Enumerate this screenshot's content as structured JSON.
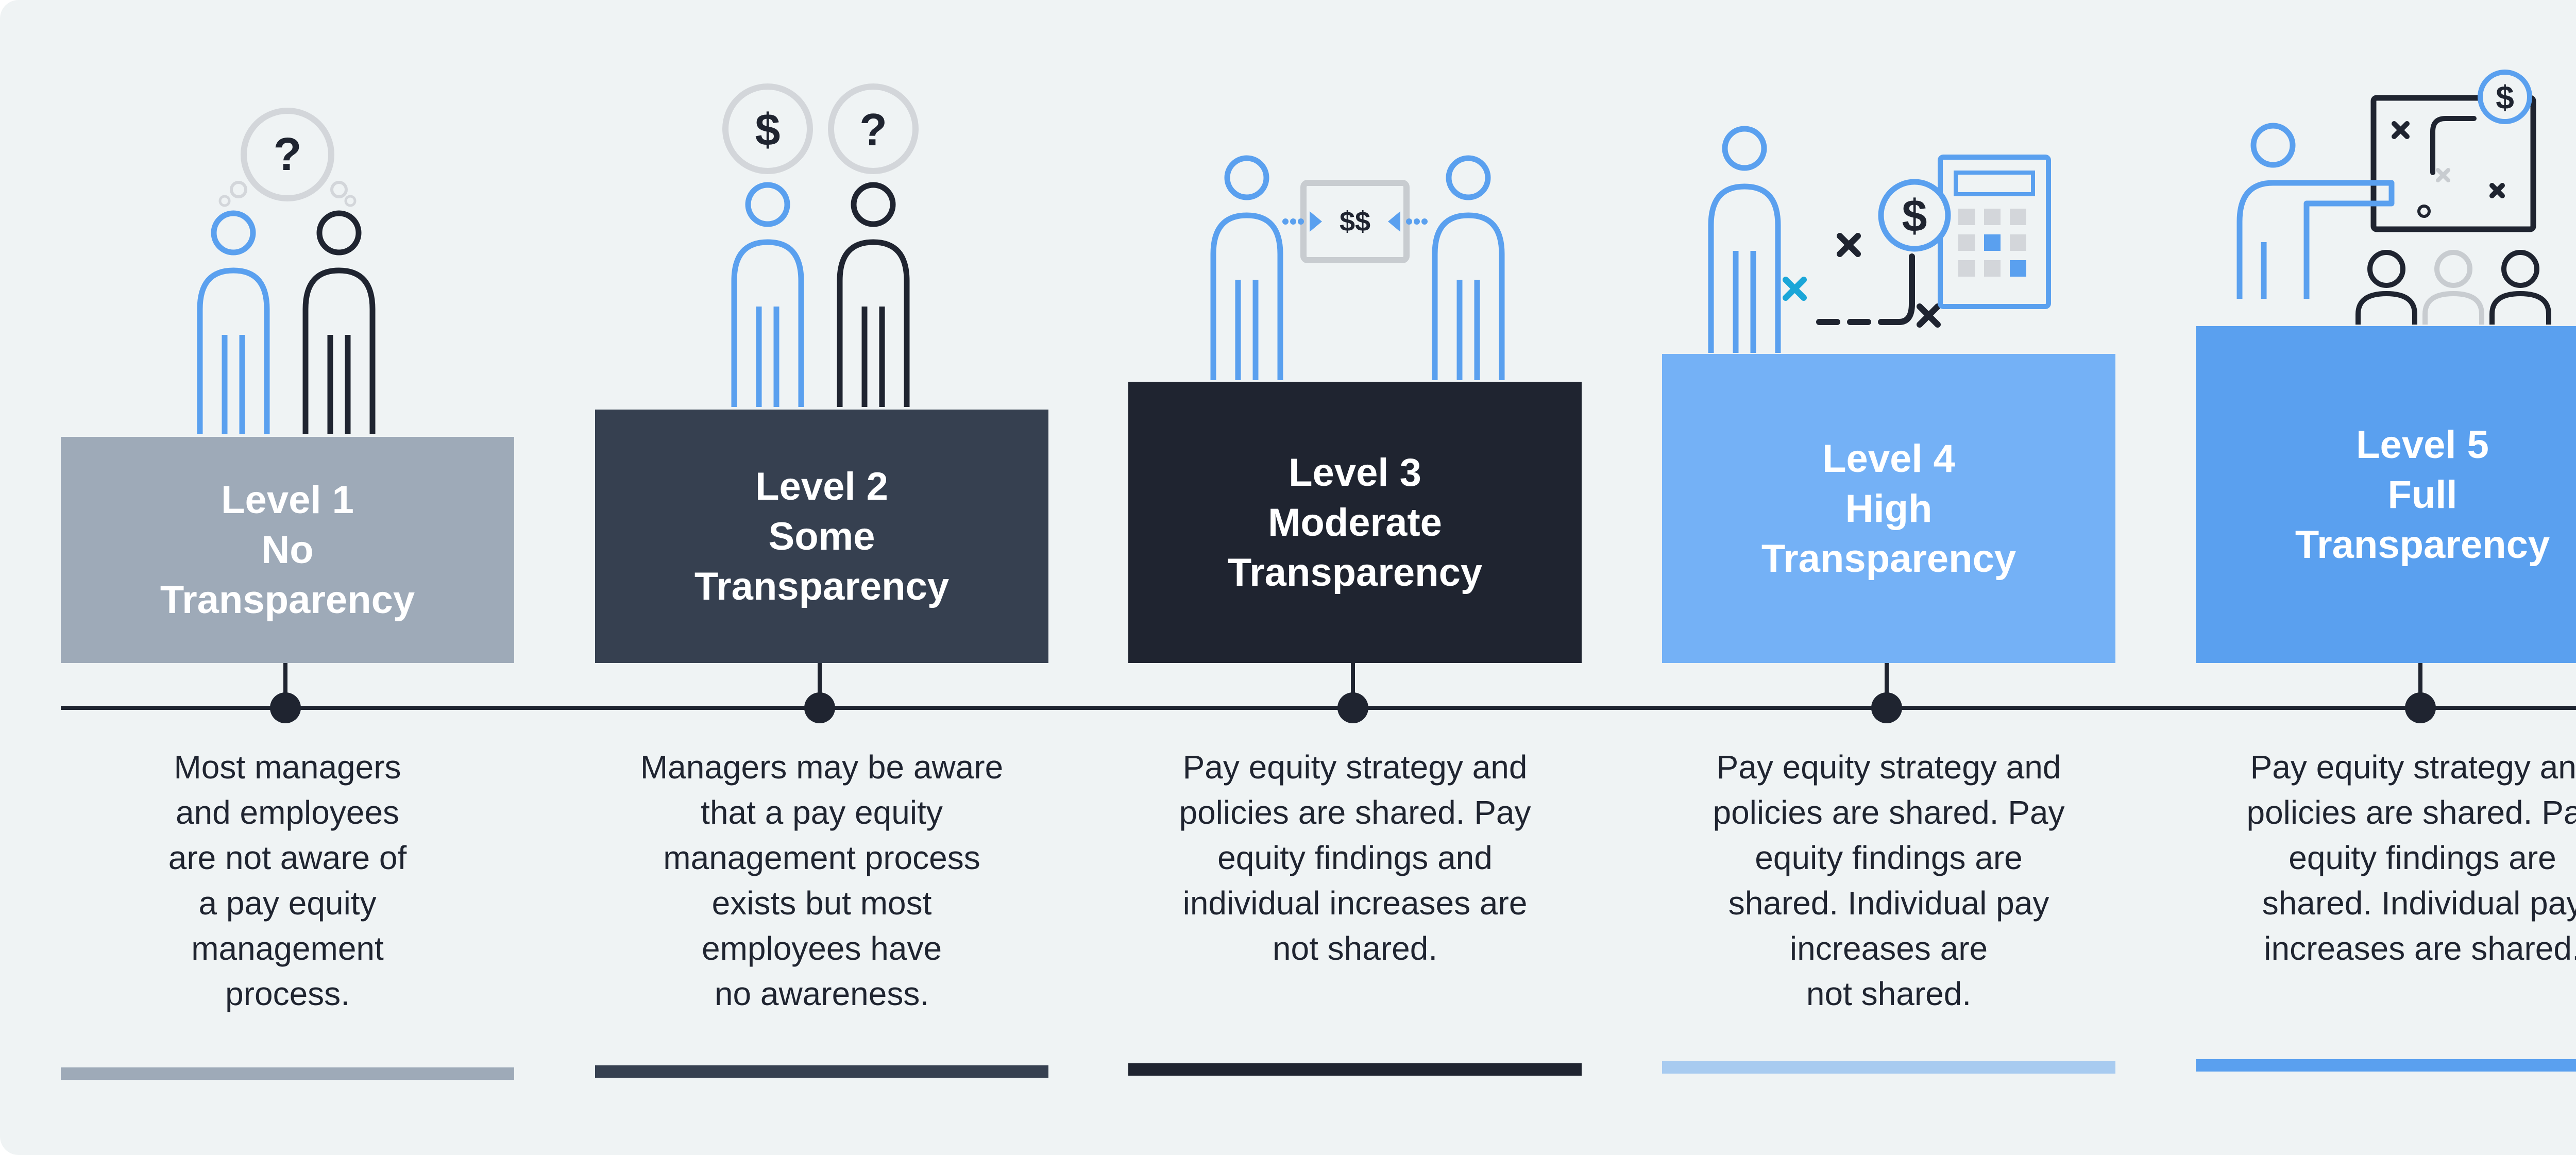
{
  "levels": [
    {
      "title_lines": [
        "Level 1",
        "No",
        "Transparency"
      ],
      "description_lines": [
        "Most managers",
        "and employees",
        "are not aware of",
        "a pay equity",
        "management",
        "process."
      ],
      "color": "#9eaab8",
      "bubble_symbols": [
        "?"
      ]
    },
    {
      "title_lines": [
        "Level 2",
        "Some",
        "Transparency"
      ],
      "description_lines": [
        "Managers may be aware",
        "that a pay equity",
        "management process",
        "exists but most",
        "employees have",
        "no awareness."
      ],
      "color": "#364050",
      "bubble_symbols": [
        "$",
        "?"
      ]
    },
    {
      "title_lines": [
        "Level 3",
        "Moderate",
        "Transparency"
      ],
      "description_lines": [
        "Pay equity strategy and",
        "policies are shared. Pay",
        "equity findings and",
        "individual increases are",
        "not shared."
      ],
      "color": "#1f2430",
      "sign_text": "$$"
    },
    {
      "title_lines": [
        "Level 4",
        "High",
        "Transparency"
      ],
      "description_lines": [
        "Pay equity strategy and",
        "policies are shared. Pay",
        "equity findings are",
        "shared. Individual pay",
        "increases are",
        "not shared."
      ],
      "color": "#74b1f6",
      "accent_color": "#a8cbf0",
      "coin_symbol": "$"
    },
    {
      "title_lines": [
        "Level 5",
        "Full",
        "Transparency"
      ],
      "description_lines": [
        "Pay equity strategy and",
        "policies are shared. Pay",
        "equity findings are",
        "shared. Individual pay",
        "increases are shared."
      ],
      "color": "#5aa0ef",
      "coin_symbol": "$"
    }
  ],
  "colors": {
    "background": "#eff3f4",
    "dark": "#1f2430",
    "blue": "#5aa0ef",
    "gray": "#d3d6da"
  }
}
